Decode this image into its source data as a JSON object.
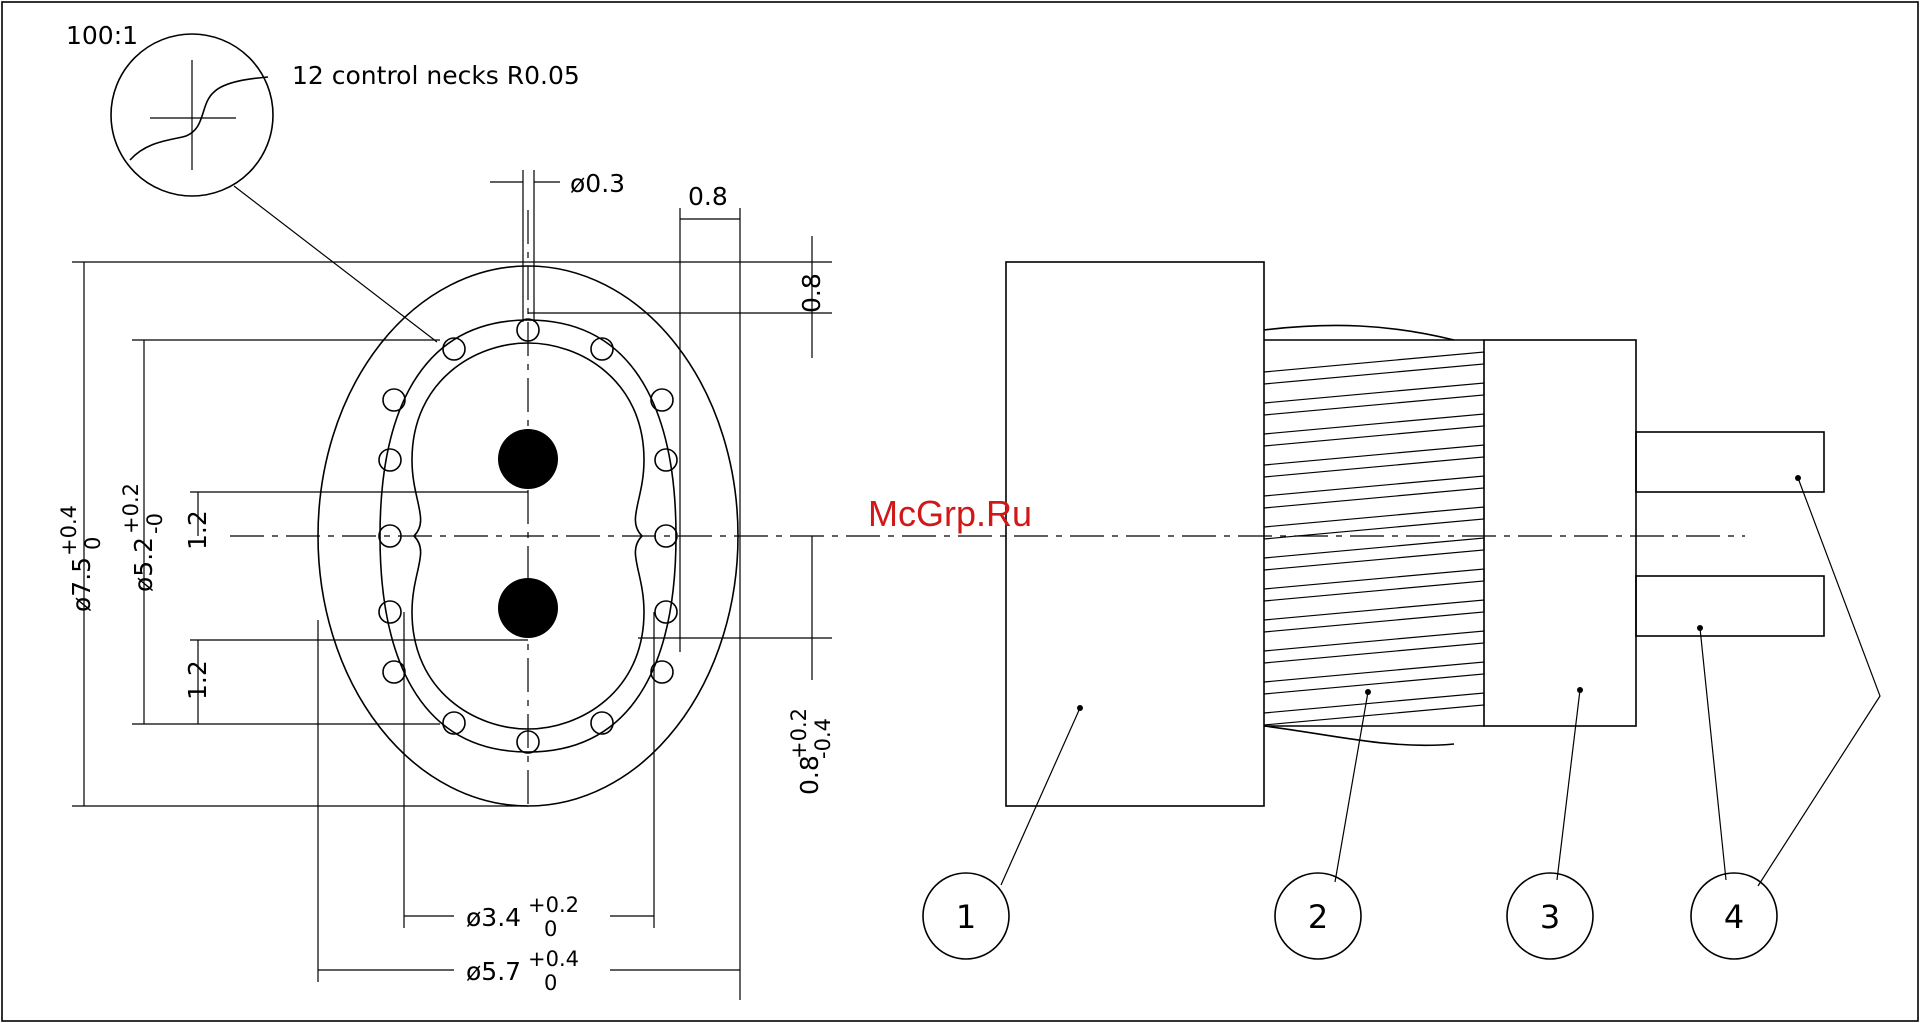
{
  "scale_label": "100:1",
  "detail_note": "12 control necks R0.05",
  "watermark": "McGrp.Ru",
  "dimensions": {
    "hole_dia": "ø0.3",
    "flange_width": "0.8",
    "top_offset": "0.8",
    "pitch_top": "1.2",
    "pitch_bottom": "1.2",
    "outer_dia": {
      "base": "ø7.5",
      "upper": "+0.4",
      "lower": "0"
    },
    "ring_dia": {
      "base": "ø5.2",
      "upper": "+0.2",
      "lower": "-0"
    },
    "inner_dia": {
      "base": "ø3.4",
      "upper": "+0.2",
      "lower": "0"
    },
    "mid_dia": {
      "base": "ø5.7",
      "upper": "+0.4",
      "lower": "0"
    },
    "side_offset": {
      "base": "0.8",
      "upper": "+0.2",
      "lower": "-0.4"
    }
  },
  "balloons": [
    "1",
    "2",
    "3",
    "4"
  ],
  "colors": {
    "line": "#000000",
    "background": "#ffffff",
    "watermark": "#d01818"
  }
}
